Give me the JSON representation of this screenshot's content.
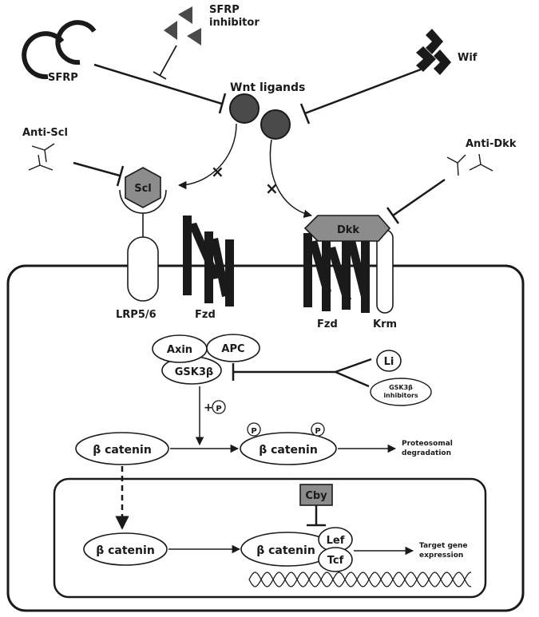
{
  "labels": {
    "sfrp": "SFRP",
    "sfrp_inhibitor_line1": "SFRP",
    "sfrp_inhibitor_line2": "inhibitor",
    "wnt_ligands": "Wnt ligands",
    "wif": "Wif",
    "anti_scl": "Anti-Scl",
    "anti_dkk": "Anti-Dkk",
    "scl": "Scl",
    "dkk": "Dkk",
    "lrp": "LRP5/6",
    "fzd_left": "Fzd",
    "fzd_right": "Fzd",
    "krm": "Krm",
    "axin": "Axin",
    "apc": "APC",
    "gsk": "GSK3β",
    "li": "Li",
    "gsk_inhib_line1": "GSK3β",
    "gsk_inhib_line2": "inhibitors",
    "plus": "+",
    "p": "P",
    "bcat_cyto": "β catenin",
    "bcat_phos": "β catenin",
    "proteo_line1": "Proteosomal",
    "proteo_line2": "degradation",
    "cby": "Cby",
    "bcat_nuc": "β catenin",
    "bcat_nuc2": "β catenin",
    "lef": "Lef",
    "tcf": "Tcf",
    "target_line1": "Target gene",
    "target_line2": "expression",
    "cross": "×"
  },
  "colors": {
    "ligand_fill": "#4a4a4a",
    "protein_fill": "#8c8c8c",
    "stroke": "#1a1a1a"
  }
}
